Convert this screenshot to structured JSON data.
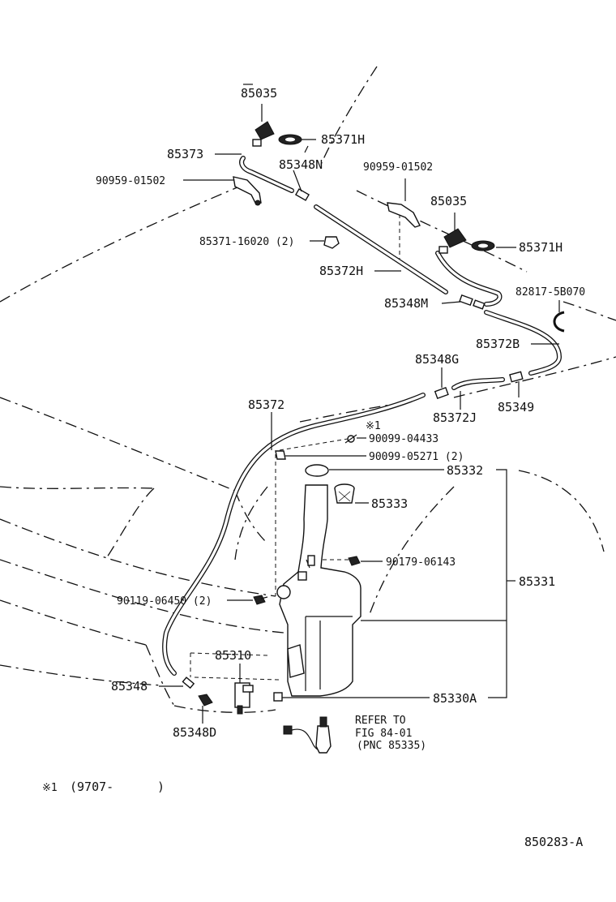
{
  "labels": {
    "p85035_top": "85035",
    "p85371h_top": "85371H",
    "p85373": "85373",
    "p85348n": "85348N",
    "p90959_left": "90959-01502",
    "p90959_right": "90959-01502",
    "p85035_right": "85035",
    "p85371h_right": "85371H",
    "p85371_16020": "85371-16020 (2)",
    "p85372h": "85372H",
    "p82817": "82817-5B070",
    "p85348m": "85348M",
    "p85372b": "85372B",
    "p85348g": "85348G",
    "p85349": "85349",
    "p85372j": "85372J",
    "p85372": "85372",
    "note_mark": "※1",
    "p90099_04433": "90099-04433",
    "p90099_05271": "90099-05271 (2)",
    "p85332": "85332",
    "p85333": "85333",
    "p90179": "90179-06143",
    "p85331": "85331",
    "p90119": "90119-06450 (2)",
    "p85310": "85310",
    "p85348": "85348",
    "p85330a": "85330A",
    "p85348d": "85348D",
    "refer_line1": "REFER TO",
    "refer_line2": "FIG 84-01",
    "refer_line3": "(PNC 85335)"
  },
  "footnote": {
    "mark": "※1",
    "text": "(9707-",
    "close": ")"
  },
  "diagram_id": "850283-A"
}
